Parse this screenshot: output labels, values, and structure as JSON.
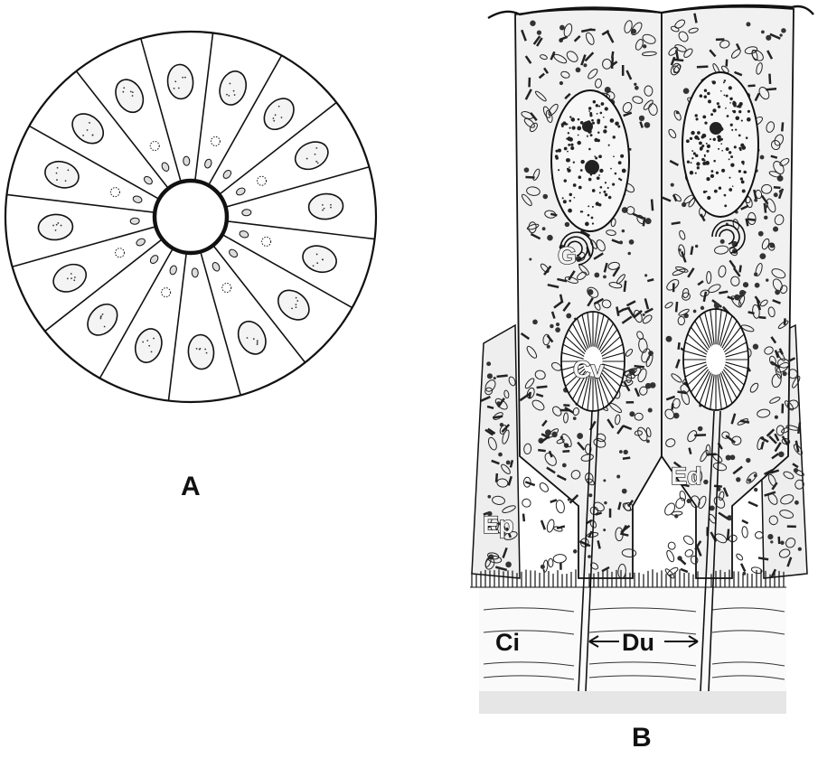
{
  "figure": {
    "panel_a": {
      "label": "A"
    },
    "panel_b": {
      "label": "B",
      "labels": {
        "g": "G",
        "cv": "Cv",
        "ep": "Ep",
        "ed": "Ed",
        "ci": "Ci",
        "du": "Du"
      }
    }
  }
}
